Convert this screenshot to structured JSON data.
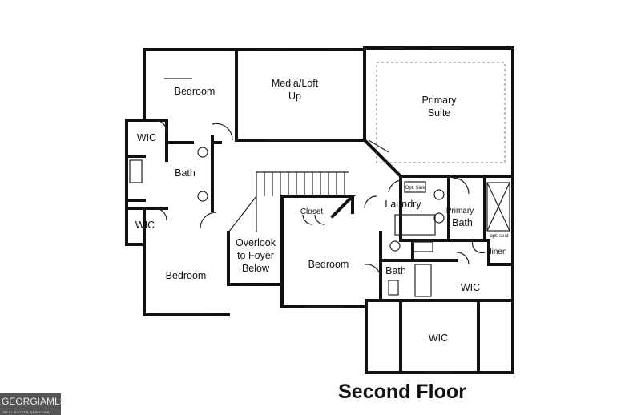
{
  "title": "Second Floor",
  "rooms": {
    "bedroom_top_left": "Bedroom",
    "media_loft": [
      "Media/Loft",
      "Up"
    ],
    "primary_suite": [
      "Primary",
      "Suite"
    ],
    "wic_upper": "WIC",
    "bath_left": "Bath",
    "wic_lower": "WIC",
    "bedroom_bottom_left": "Bedroom",
    "overlook": [
      "Overlook",
      "to Foyer",
      "Below"
    ],
    "closet": "Closet",
    "bedroom_center": "Bedroom",
    "laundry": "Laundry",
    "opt_sink": "Opt. Sink",
    "primary_bath": [
      "Primary",
      "Bath"
    ],
    "opt_seat": "opt. seat",
    "linen": "linen",
    "bath_center": "Bath",
    "wic_primary": "WIC",
    "wic_bottom": "WIC"
  },
  "logo": {
    "name": "GEORGIAMLS",
    "tagline": "REAL ESTATE SERVICES"
  }
}
